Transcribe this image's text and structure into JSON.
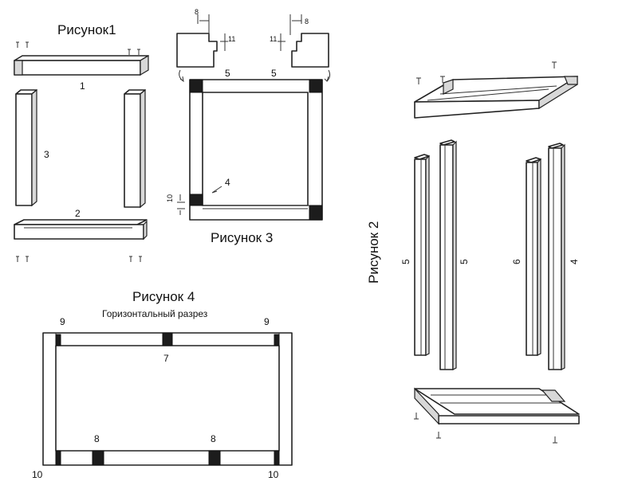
{
  "fig1": {
    "title": "Рисунок1",
    "labels": [
      "1",
      "3",
      "2"
    ]
  },
  "fig3": {
    "title": "Рисунок 3",
    "labels": [
      "5",
      "5",
      "4"
    ],
    "dims": [
      "8",
      "11",
      "8",
      "11",
      "10"
    ]
  },
  "fig2": {
    "title": "Рисунок 2",
    "labels": [
      "5",
      "5",
      "6",
      "4"
    ]
  },
  "fig4": {
    "title": "Рисунок 4",
    "subtitle": "Горизонтальный разрез",
    "labels": [
      "9",
      "9",
      "7",
      "8",
      "8",
      "10",
      "10"
    ]
  }
}
